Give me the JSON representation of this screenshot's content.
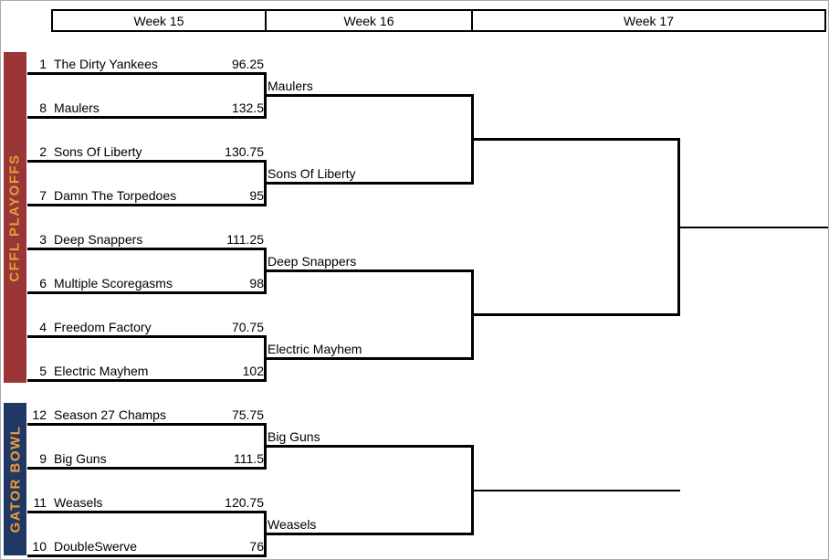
{
  "header": {
    "weeks": [
      "Week 15",
      "Week 16",
      "Week 17"
    ]
  },
  "sections": [
    {
      "label": "CFFL PLAYOFFS",
      "background_color": "#9c3535",
      "text_color": "#d9a43b"
    },
    {
      "label": "GATOR BOWL",
      "background_color": "#1f3864",
      "text_color": "#f09c38"
    }
  ],
  "matchups": [
    {
      "section": "CFFL PLAYOFFS",
      "week": "Week 15",
      "team1": {
        "seed": "1",
        "name": "The Dirty Yankees",
        "score": "96.25"
      },
      "team2": {
        "seed": "8",
        "name": "Maulers",
        "score": "132.5"
      },
      "winner": "Maulers"
    },
    {
      "section": "CFFL PLAYOFFS",
      "week": "Week 15",
      "team1": {
        "seed": "2",
        "name": "Sons Of Liberty",
        "score": "130.75"
      },
      "team2": {
        "seed": "7",
        "name": "Damn The Torpedoes",
        "score": "95"
      },
      "winner": "Sons Of Liberty"
    },
    {
      "section": "CFFL PLAYOFFS",
      "week": "Week 15",
      "team1": {
        "seed": "3",
        "name": "Deep Snappers",
        "score": "111.25"
      },
      "team2": {
        "seed": "6",
        "name": "Multiple Scoregasms",
        "score": "98"
      },
      "winner": "Deep Snappers"
    },
    {
      "section": "CFFL PLAYOFFS",
      "week": "Week 15",
      "team1": {
        "seed": "4",
        "name": "Freedom Factory",
        "score": "70.75"
      },
      "team2": {
        "seed": "5",
        "name": "Electric Mayhem",
        "score": "102"
      },
      "winner": "Electric Mayhem"
    },
    {
      "section": "GATOR BOWL",
      "week": "Week 15",
      "team1": {
        "seed": "12",
        "name": "Season 27 Champs",
        "score": "75.75"
      },
      "team2": {
        "seed": "9",
        "name": "Big Guns",
        "score": "111.5"
      },
      "winner": "Big Guns"
    },
    {
      "section": "GATOR BOWL",
      "week": "Week 15",
      "team1": {
        "seed": "11",
        "name": "Weasels",
        "score": "120.75"
      },
      "team2": {
        "seed": "10",
        "name": "DoubleSwerve",
        "score": "76"
      },
      "winner": "Weasels"
    }
  ]
}
